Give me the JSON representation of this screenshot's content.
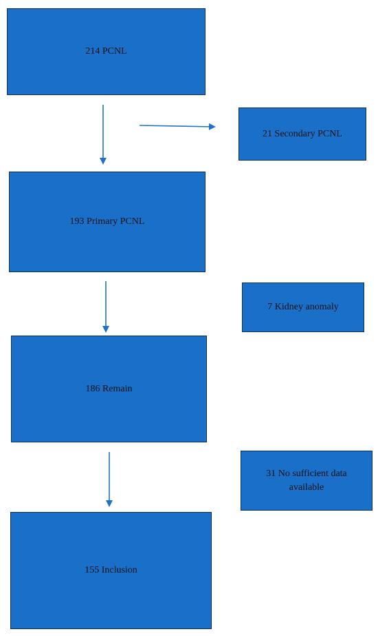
{
  "colors": {
    "box_fill": "#1a6fc9",
    "box_border": "#0d2f57",
    "arrow": "#1e73c8"
  },
  "flow": {
    "start": {
      "label": "214 PCNL"
    },
    "excluded_secondary": {
      "label": "21 Secondary PCNL"
    },
    "primary": {
      "label": "193 Primary PCNL"
    },
    "excluded_anomaly": {
      "label": "7 Kidney anomaly"
    },
    "remain": {
      "label": "186 Remain"
    },
    "excluded_data": {
      "label": "31 No sufficient data available"
    },
    "inclusion": {
      "label": "155 Inclusion"
    }
  }
}
